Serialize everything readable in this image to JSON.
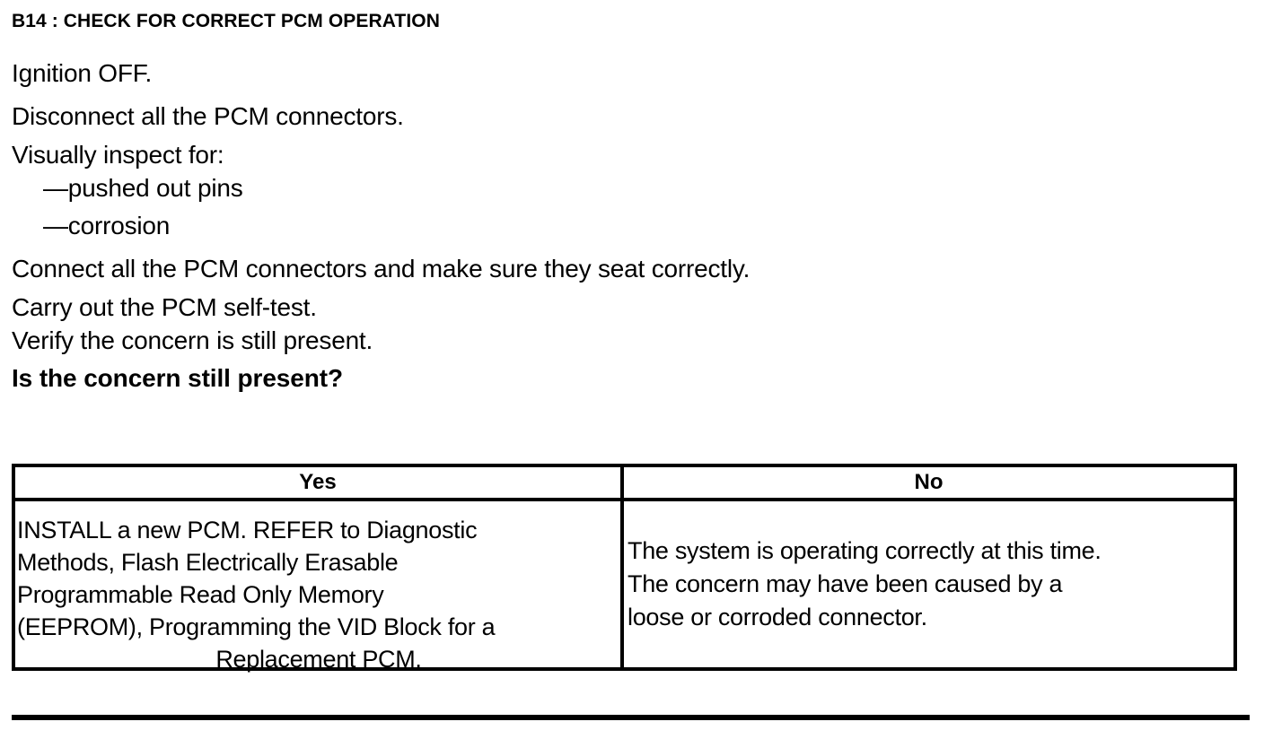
{
  "document": {
    "step_title": "B14 : CHECK FOR CORRECT PCM OPERATION",
    "steps": [
      {
        "text": "Ignition OFF.",
        "style": "normal"
      },
      {
        "text": "Disconnect all the PCM connectors.",
        "style": "normal"
      },
      {
        "text": "Visually inspect for:",
        "style": "normal"
      },
      {
        "text": "—pushed out pins",
        "style": "indent"
      },
      {
        "text": "—corrosion",
        "style": "indent"
      },
      {
        "text": "Connect all the PCM connectors and make sure they seat correctly.",
        "style": "normal"
      },
      {
        "text": "Carry out the PCM self-test.",
        "style": "normal"
      },
      {
        "text": "Verify the concern is still present.",
        "style": "normal"
      },
      {
        "text": "Is the concern still present?",
        "style": "question"
      }
    ],
    "table": {
      "headers": {
        "yes": "Yes",
        "no": "No"
      },
      "cells": {
        "yes_lines": [
          "INSTALL a new PCM. REFER to Diagnostic",
          "Methods, Flash Electrically Erasable",
          "Programmable Read Only Memory",
          "(EEPROM), Programming the VID Block for a"
        ],
        "yes_last_line": "Replacement PCM.",
        "no_lines": [
          "The system is operating correctly at this time.",
          "The concern may have been caused by a",
          "loose or corroded connector."
        ]
      }
    },
    "colors": {
      "ink": "#000000",
      "paper": "#ffffff"
    }
  }
}
